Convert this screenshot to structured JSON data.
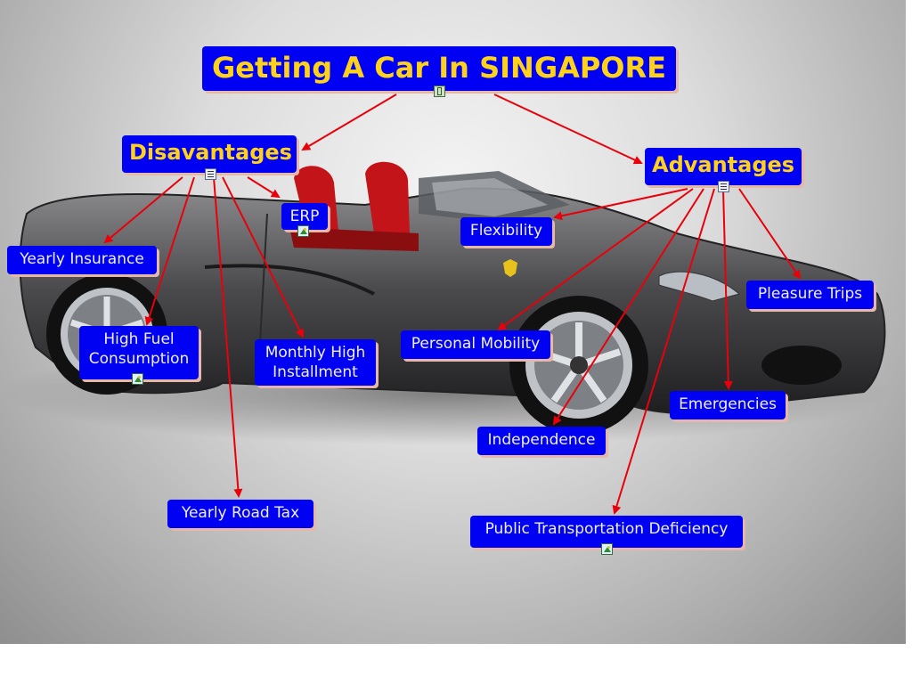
{
  "title": "Getting A Car In SINGAPORE",
  "branches": {
    "disadvantages": "Disavantages",
    "advantages": "Advantages"
  },
  "disadvantages": {
    "erp": "ERP",
    "yearly_insurance": "Yearly Insurance",
    "high_fuel_line1": "High Fuel",
    "high_fuel_line2": "Consumption",
    "monthly_line1": "Monthly High",
    "monthly_line2": "Installment",
    "yearly_road_tax": "Yearly Road Tax"
  },
  "advantages": {
    "flexibility": "Flexibility",
    "pleasure_trips": "Pleasure Trips",
    "personal_mobility": "Personal Mobility",
    "emergencies": "Emergencies",
    "independence": "Independence",
    "public_transport": "Public Transportation Deficiency"
  },
  "colors": {
    "node_fill": "#0000f2",
    "title_text": "#ffd21a",
    "leaf_text": "#f0f0f0",
    "connector": "#e8000a",
    "node_shadow": "#e7b7a7"
  },
  "icons": {
    "title": "film-icon",
    "branches": "note-icon",
    "attachments": "image-icon"
  }
}
